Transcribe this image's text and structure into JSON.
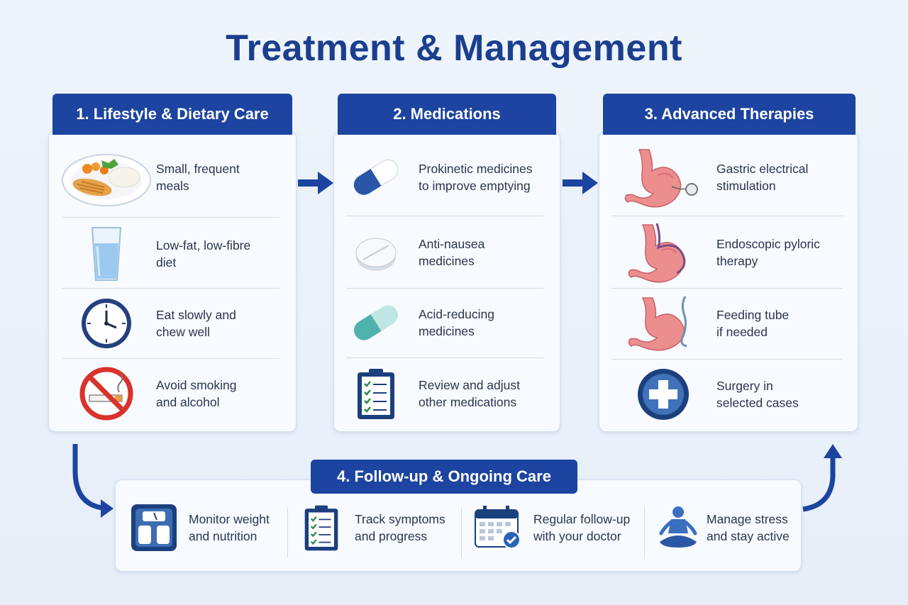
{
  "title": "Treatment & Management",
  "col1": {
    "heading": "1. Lifestyle & Dietary Care",
    "items": [
      {
        "line1": "Small, frequent",
        "line2": "meals",
        "icon": "meal-plate-icon"
      },
      {
        "line1": "Low-fat, low-fibre",
        "line2": "diet",
        "icon": "water-glass-icon"
      },
      {
        "line1": "Eat slowly and",
        "line2": "chew well",
        "icon": "clock-icon"
      },
      {
        "line1": "Avoid smoking",
        "line2": "and alcohol",
        "icon": "no-smoking-icon"
      }
    ]
  },
  "col2": {
    "heading": "2. Medications",
    "items": [
      {
        "line1": "Prokinetic medicines",
        "line2": "to improve emptying",
        "icon": "capsule-blue-icon"
      },
      {
        "line1": "Anti-nausea",
        "line2": "medicines",
        "icon": "tablet-icon"
      },
      {
        "line1": "Acid-reducing",
        "line2": "medicines",
        "icon": "capsule-teal-icon"
      },
      {
        "line1": "Review and adjust",
        "line2": "other medications",
        "icon": "clipboard-checklist-icon"
      }
    ]
  },
  "col3": {
    "heading": "3. Advanced Therapies",
    "items": [
      {
        "line1": "Gastric electrical",
        "line2": "stimulation",
        "icon": "stomach-stimulator-icon"
      },
      {
        "line1": "Endoscopic pyloric",
        "line2": "therapy",
        "icon": "stomach-endoscope-icon"
      },
      {
        "line1": "Feeding tube",
        "line2": "if needed",
        "icon": "stomach-feeding-tube-icon"
      },
      {
        "line1": "Surgery in",
        "line2": "selected cases",
        "icon": "medical-cross-icon"
      }
    ]
  },
  "followup": {
    "heading": "4. Follow-up & Ongoing Care",
    "items": [
      {
        "line1": "Monitor weight",
        "line2": "and nutrition",
        "icon": "weighing-scale-icon"
      },
      {
        "line1": "Track symptoms",
        "line2": "and progress",
        "icon": "clipboard-checklist-icon"
      },
      {
        "line1": "Regular follow-up",
        "line2": "with your doctor",
        "icon": "calendar-check-icon"
      },
      {
        "line1": "Manage stress",
        "line2": "and stay active",
        "icon": "meditation-icon"
      }
    ]
  },
  "colors": {
    "primary": "#1c44a0",
    "title": "#1b3f8f",
    "background": "#eef4fb"
  }
}
